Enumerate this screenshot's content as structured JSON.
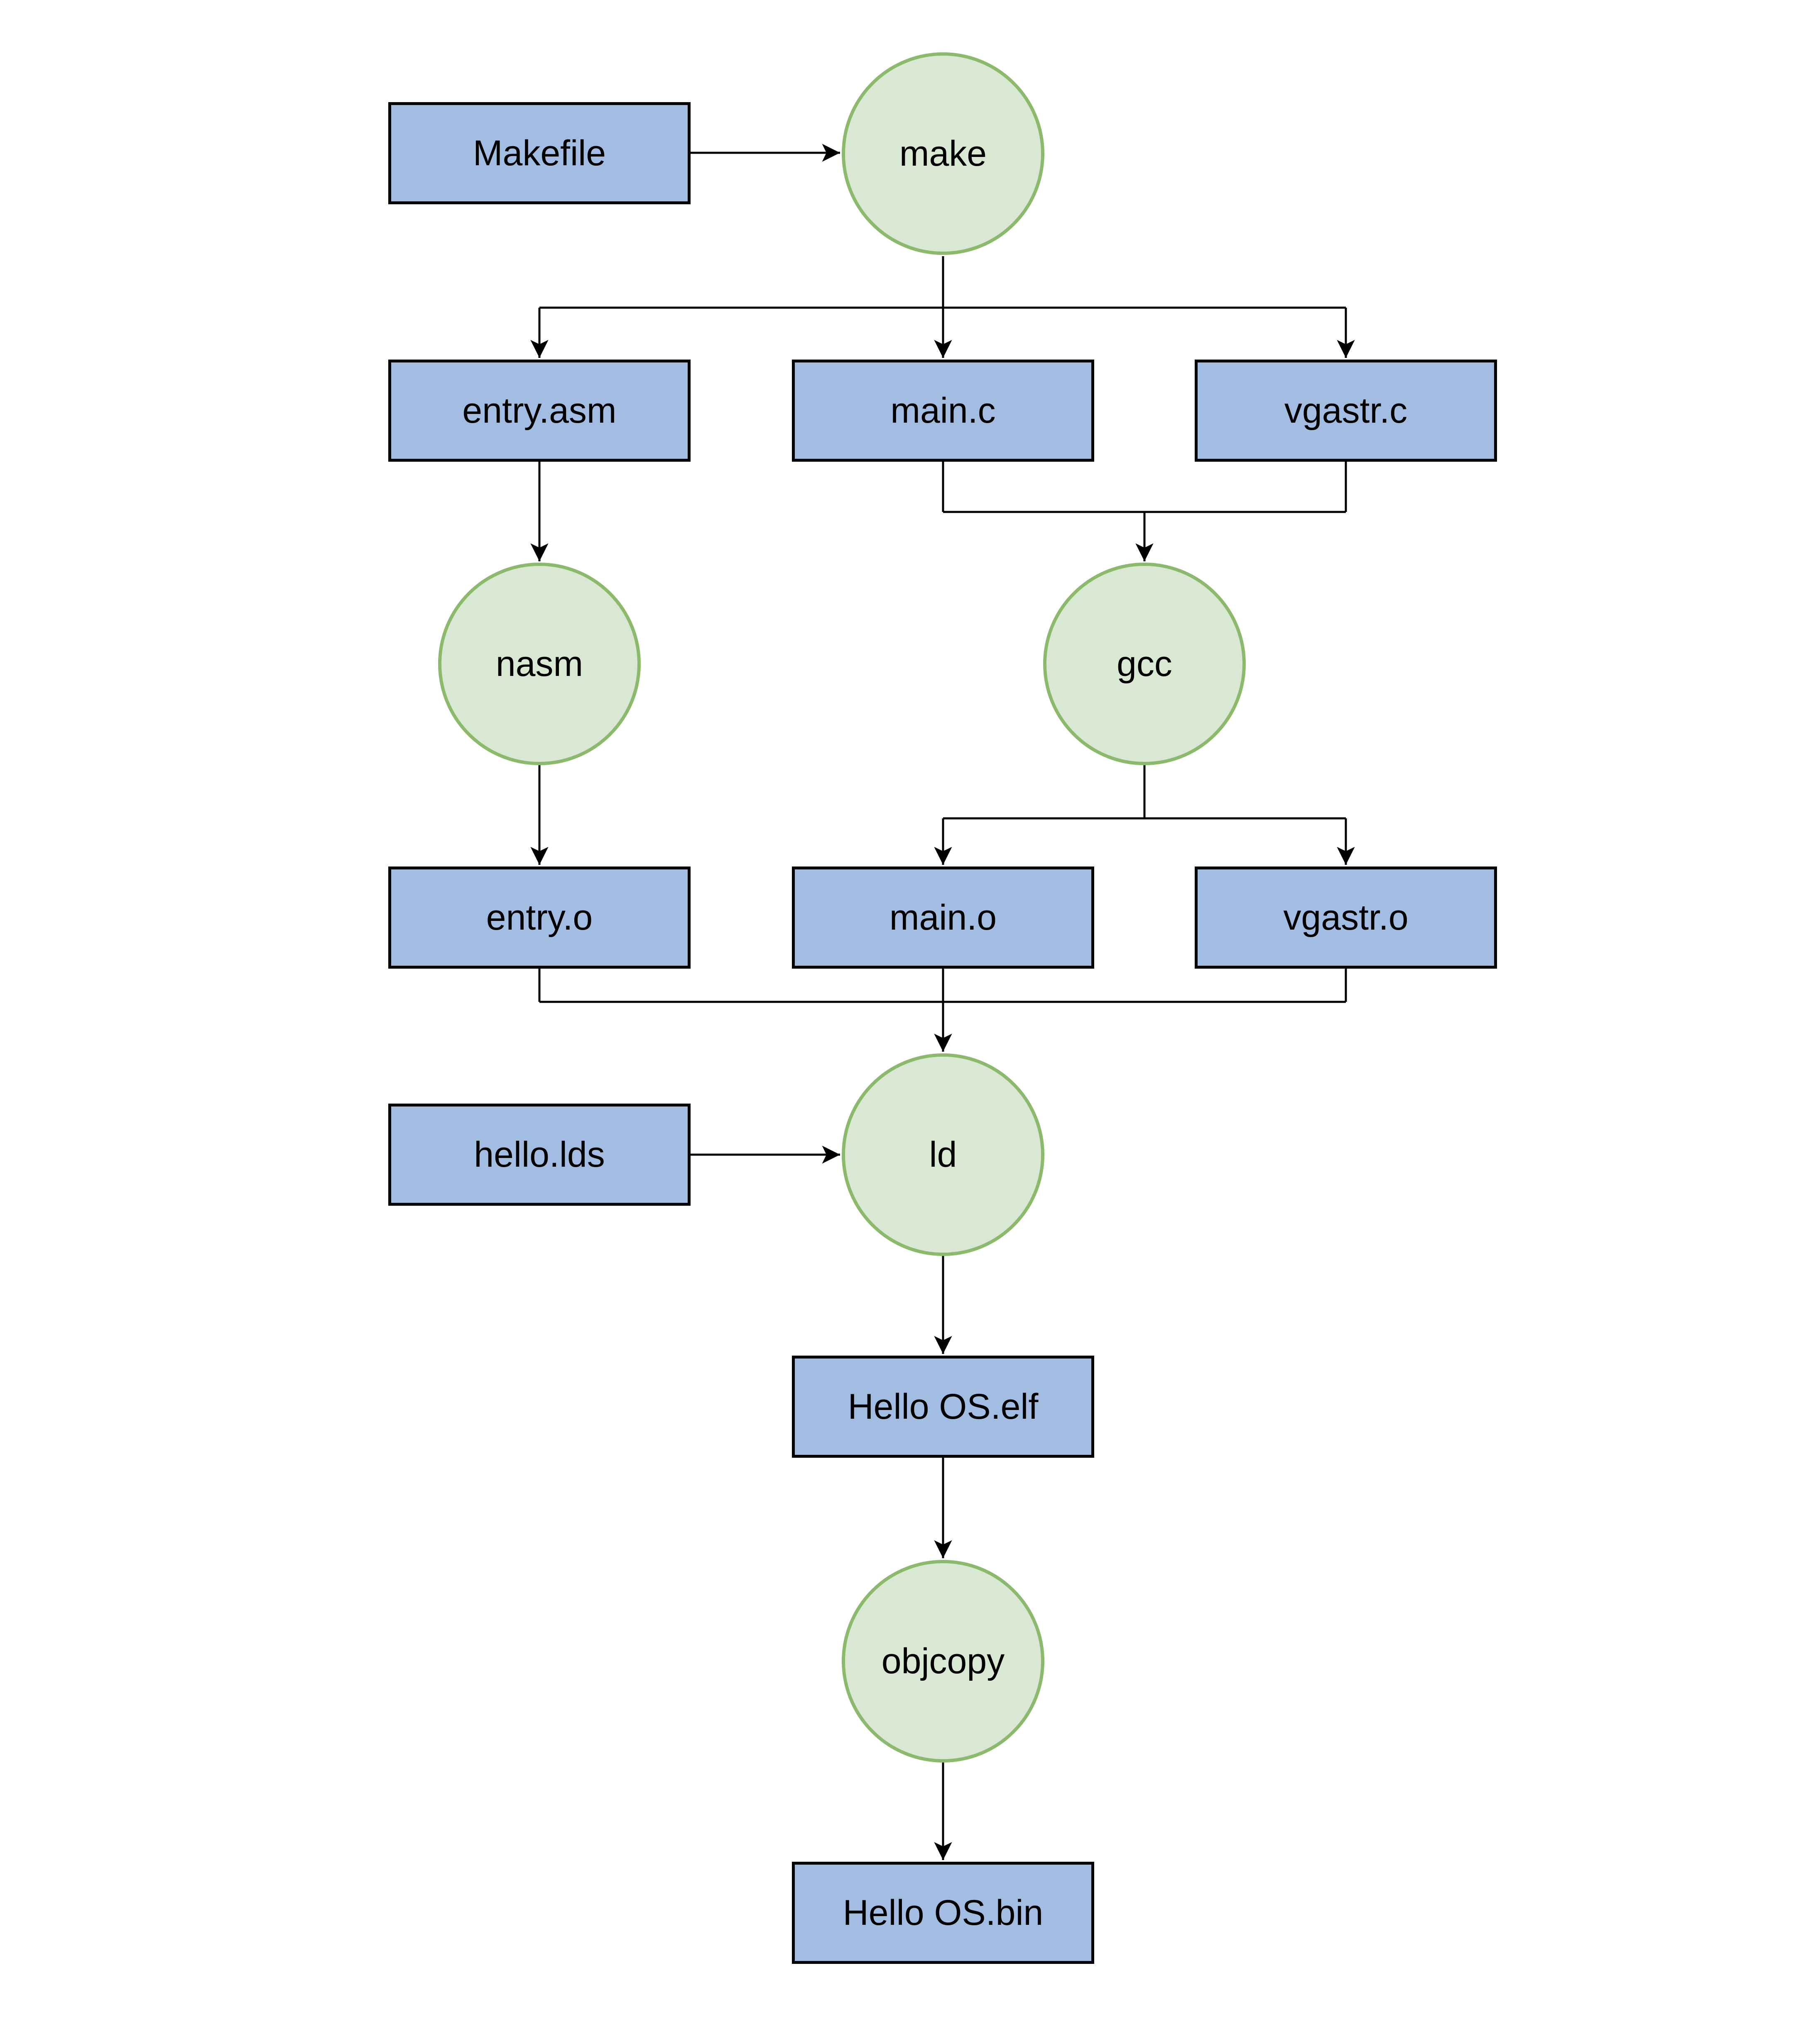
{
  "diagram": {
    "description": "Hello OS build toolchain flowchart",
    "styles": {
      "file_node": {
        "fill": "#a2bce2",
        "border": "#000000"
      },
      "tool_node": {
        "fill": "#d9e8d2",
        "border": "#8bba6c"
      },
      "edge_color": "#000000",
      "background": "#ffffff"
    },
    "nodes": [
      {
        "id": "makefile",
        "label": "Makefile",
        "kind": "file"
      },
      {
        "id": "make",
        "label": "make",
        "kind": "tool"
      },
      {
        "id": "entry-asm",
        "label": "entry.asm",
        "kind": "file"
      },
      {
        "id": "main-c",
        "label": "main.c",
        "kind": "file"
      },
      {
        "id": "vgastr-c",
        "label": "vgastr.c",
        "kind": "file"
      },
      {
        "id": "nasm",
        "label": "nasm",
        "kind": "tool"
      },
      {
        "id": "gcc",
        "label": "gcc",
        "kind": "tool"
      },
      {
        "id": "entry-o",
        "label": "entry.o",
        "kind": "file"
      },
      {
        "id": "main-o",
        "label": "main.o",
        "kind": "file"
      },
      {
        "id": "vgastr-o",
        "label": "vgastr.o",
        "kind": "file"
      },
      {
        "id": "hello-lds",
        "label": "hello.lds",
        "kind": "file"
      },
      {
        "id": "ld",
        "label": "ld",
        "kind": "tool"
      },
      {
        "id": "hello-os-elf",
        "label": "Hello OS.elf",
        "kind": "file"
      },
      {
        "id": "objcopy",
        "label": "objcopy",
        "kind": "tool"
      },
      {
        "id": "hello-os-bin",
        "label": "Hello OS.bin",
        "kind": "file"
      }
    ],
    "edges": [
      {
        "from": "Makefile",
        "to": "make"
      },
      {
        "from": "make",
        "to": "entry.asm"
      },
      {
        "from": "make",
        "to": "main.c"
      },
      {
        "from": "make",
        "to": "vgastr.c"
      },
      {
        "from": "entry.asm",
        "to": "nasm"
      },
      {
        "from": "main.c",
        "to": "gcc"
      },
      {
        "from": "vgastr.c",
        "to": "gcc"
      },
      {
        "from": "nasm",
        "to": "entry.o"
      },
      {
        "from": "gcc",
        "to": "main.o"
      },
      {
        "from": "gcc",
        "to": "vgastr.o"
      },
      {
        "from": "entry.o",
        "to": "ld"
      },
      {
        "from": "main.o",
        "to": "ld"
      },
      {
        "from": "vgastr.o",
        "to": "ld"
      },
      {
        "from": "hello.lds",
        "to": "ld"
      },
      {
        "from": "ld",
        "to": "Hello OS.elf"
      },
      {
        "from": "Hello OS.elf",
        "to": "objcopy"
      },
      {
        "from": "objcopy",
        "to": "Hello OS.bin"
      }
    ]
  }
}
